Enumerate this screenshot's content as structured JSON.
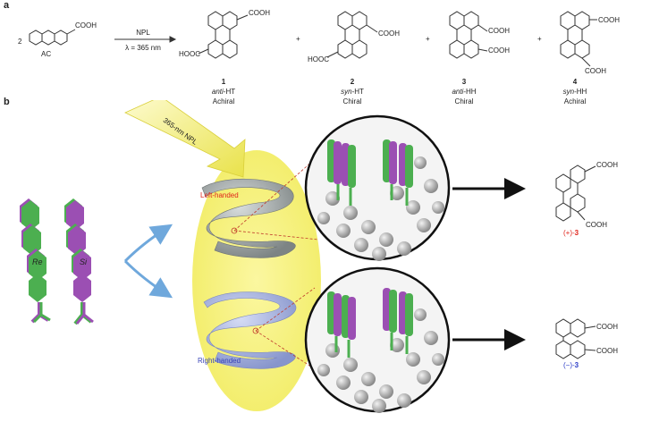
{
  "panel_a": {
    "letter": "a",
    "coefficient": "2",
    "reactant_label": "AC",
    "reactant_group": "COOH",
    "arrow_top": "NPL",
    "arrow_bottom": "λ = 365 nm",
    "plus": "+",
    "cooh": "COOH",
    "hooc": "HOOC",
    "products": [
      {
        "number": "1",
        "stereo_prefix": "anti",
        "stereo_suffix": "-HT",
        "chirality": "Achiral"
      },
      {
        "number": "2",
        "stereo_prefix": "syn",
        "stereo_suffix": "-HT",
        "chirality": "Chiral"
      },
      {
        "number": "3",
        "stereo_prefix": "anti",
        "stereo_suffix": "-HH",
        "chirality": "Chiral"
      },
      {
        "number": "4",
        "stereo_prefix": "syn",
        "stereo_suffix": "-HH",
        "chirality": "Achiral"
      }
    ]
  },
  "panel_b": {
    "letter": "b",
    "beam_label": "365-nm NPL",
    "face_re": "Re",
    "face_si": "Si",
    "helix_top": "Left-handed",
    "helix_bottom": "Right-handed",
    "product_top": {
      "sign": "(+)-",
      "number": "3",
      "color": "#e0241b"
    },
    "product_bottom": {
      "sign": "(−)-",
      "number": "3",
      "color": "#2b3cc7"
    },
    "cooh": "COOH"
  },
  "colors": {
    "purple": "#9b4fb3",
    "green": "#4caf50",
    "yellow_glow": "#f7f38a",
    "arrow_blue": "#6fa8dc",
    "helix_gray": "#a7adad",
    "helix_blue": "#a9b6e6",
    "dash_red": "#c0392b"
  }
}
